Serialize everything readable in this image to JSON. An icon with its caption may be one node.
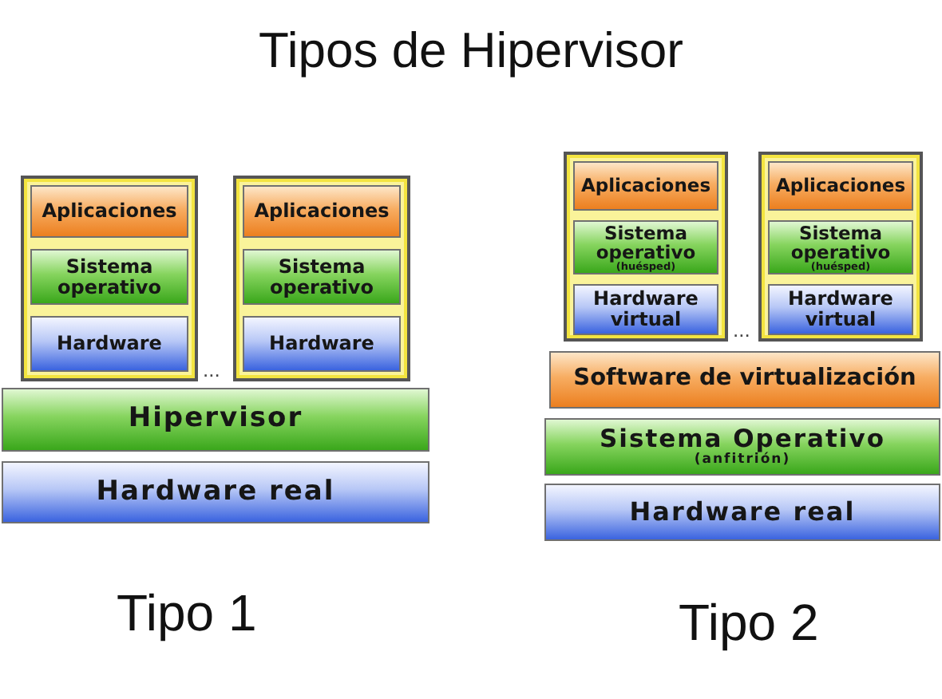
{
  "diagram": {
    "title": "Tipos de Hipervisor",
    "nodes": [
      {
        "text": [],
        "shape": "box"
      },
      {
        "text": [
          "Aplicaciones"
        ],
        "in": 0
      },
      {
        "text": [
          "Sistema operativo"
        ],
        "in": 0
      },
      {
        "text": [
          "Hardware"
        ],
        "in": 0
      },
      {
        "text": [],
        "shape": "box"
      },
      {
        "text": [
          "Aplicaciones"
        ],
        "in": 4
      },
      {
        "text": [
          "Sistema operativo"
        ],
        "in": 4
      },
      {
        "text": [
          "Hardware"
        ],
        "in": 4
      },
      {
        "text": [
          "Hipervisor"
        ]
      },
      {
        "text": [
          "Hardware real"
        ]
      },
      {
        "text": [],
        "shape": "box"
      },
      {
        "text": [
          "Aplicaciones"
        ],
        "in": 10
      },
      {
        "text": [
          "Sistema operativo",
          "(huésped)"
        ],
        "in": 10
      },
      {
        "text": [
          "Hardware virtual"
        ],
        "in": 10
      },
      {
        "text": [],
        "shape": "box"
      },
      {
        "text": [
          "Aplicaciones"
        ],
        "in": 14
      },
      {
        "text": [
          "Sistema operativo",
          "(huésped)"
        ],
        "in": 14
      },
      {
        "text": [
          "Hardware virtual"
        ],
        "in": 14
      },
      {
        "text": [
          "Software de virtualización"
        ]
      },
      {
        "text": [
          "Sistema Operativo",
          "(anfitrión)"
        ]
      },
      {
        "text": [
          "Hardware real"
        ]
      }
    ],
    "labels": [
      "...",
      "...",
      "Tipo 1",
      "Tipo 2"
    ]
  }
}
